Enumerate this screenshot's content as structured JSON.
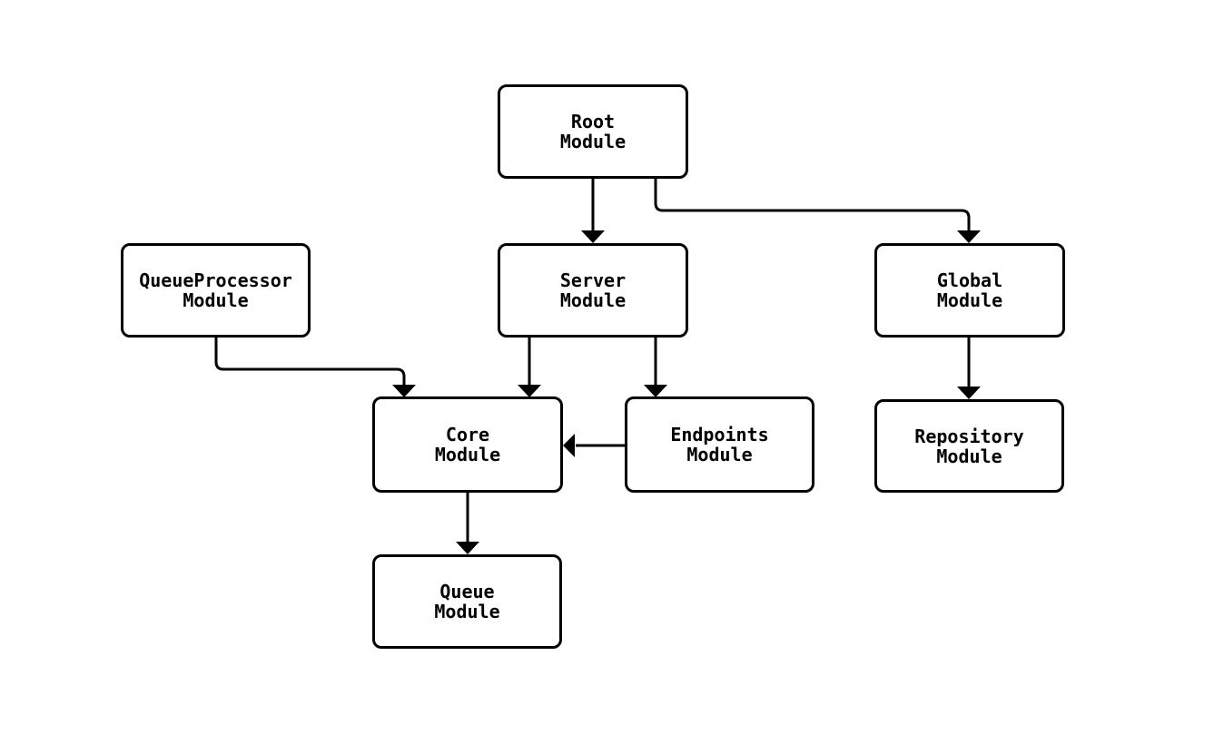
{
  "diagram": {
    "type": "flowchart",
    "background_color": "#ffffff",
    "node_fill_color": "#ffffff",
    "node_border_color": "#000000",
    "edge_color": "#000000",
    "text_color": "#000000",
    "nodes": {
      "root": {
        "label": "Root\nModule"
      },
      "queue_processor": {
        "label": "QueueProcessor\nModule"
      },
      "server": {
        "label": "Server\nModule"
      },
      "global": {
        "label": "Global\nModule"
      },
      "core": {
        "label": "Core\nModule"
      },
      "endpoints": {
        "label": "Endpoints\nModule"
      },
      "repository": {
        "label": "Repository\nModule"
      },
      "queue": {
        "label": "Queue\nModule"
      }
    },
    "edges": [
      {
        "from": "Root Module",
        "to": "Server Module"
      },
      {
        "from": "Root Module",
        "to": "Global Module"
      },
      {
        "from": "QueueProcessor Module",
        "to": "Core Module"
      },
      {
        "from": "Server Module",
        "to": "Core Module"
      },
      {
        "from": "Server Module",
        "to": "Endpoints Module"
      },
      {
        "from": "Endpoints Module",
        "to": "Core Module"
      },
      {
        "from": "Global Module",
        "to": "Repository Module"
      },
      {
        "from": "Core Module",
        "to": "Queue Module"
      }
    ]
  }
}
